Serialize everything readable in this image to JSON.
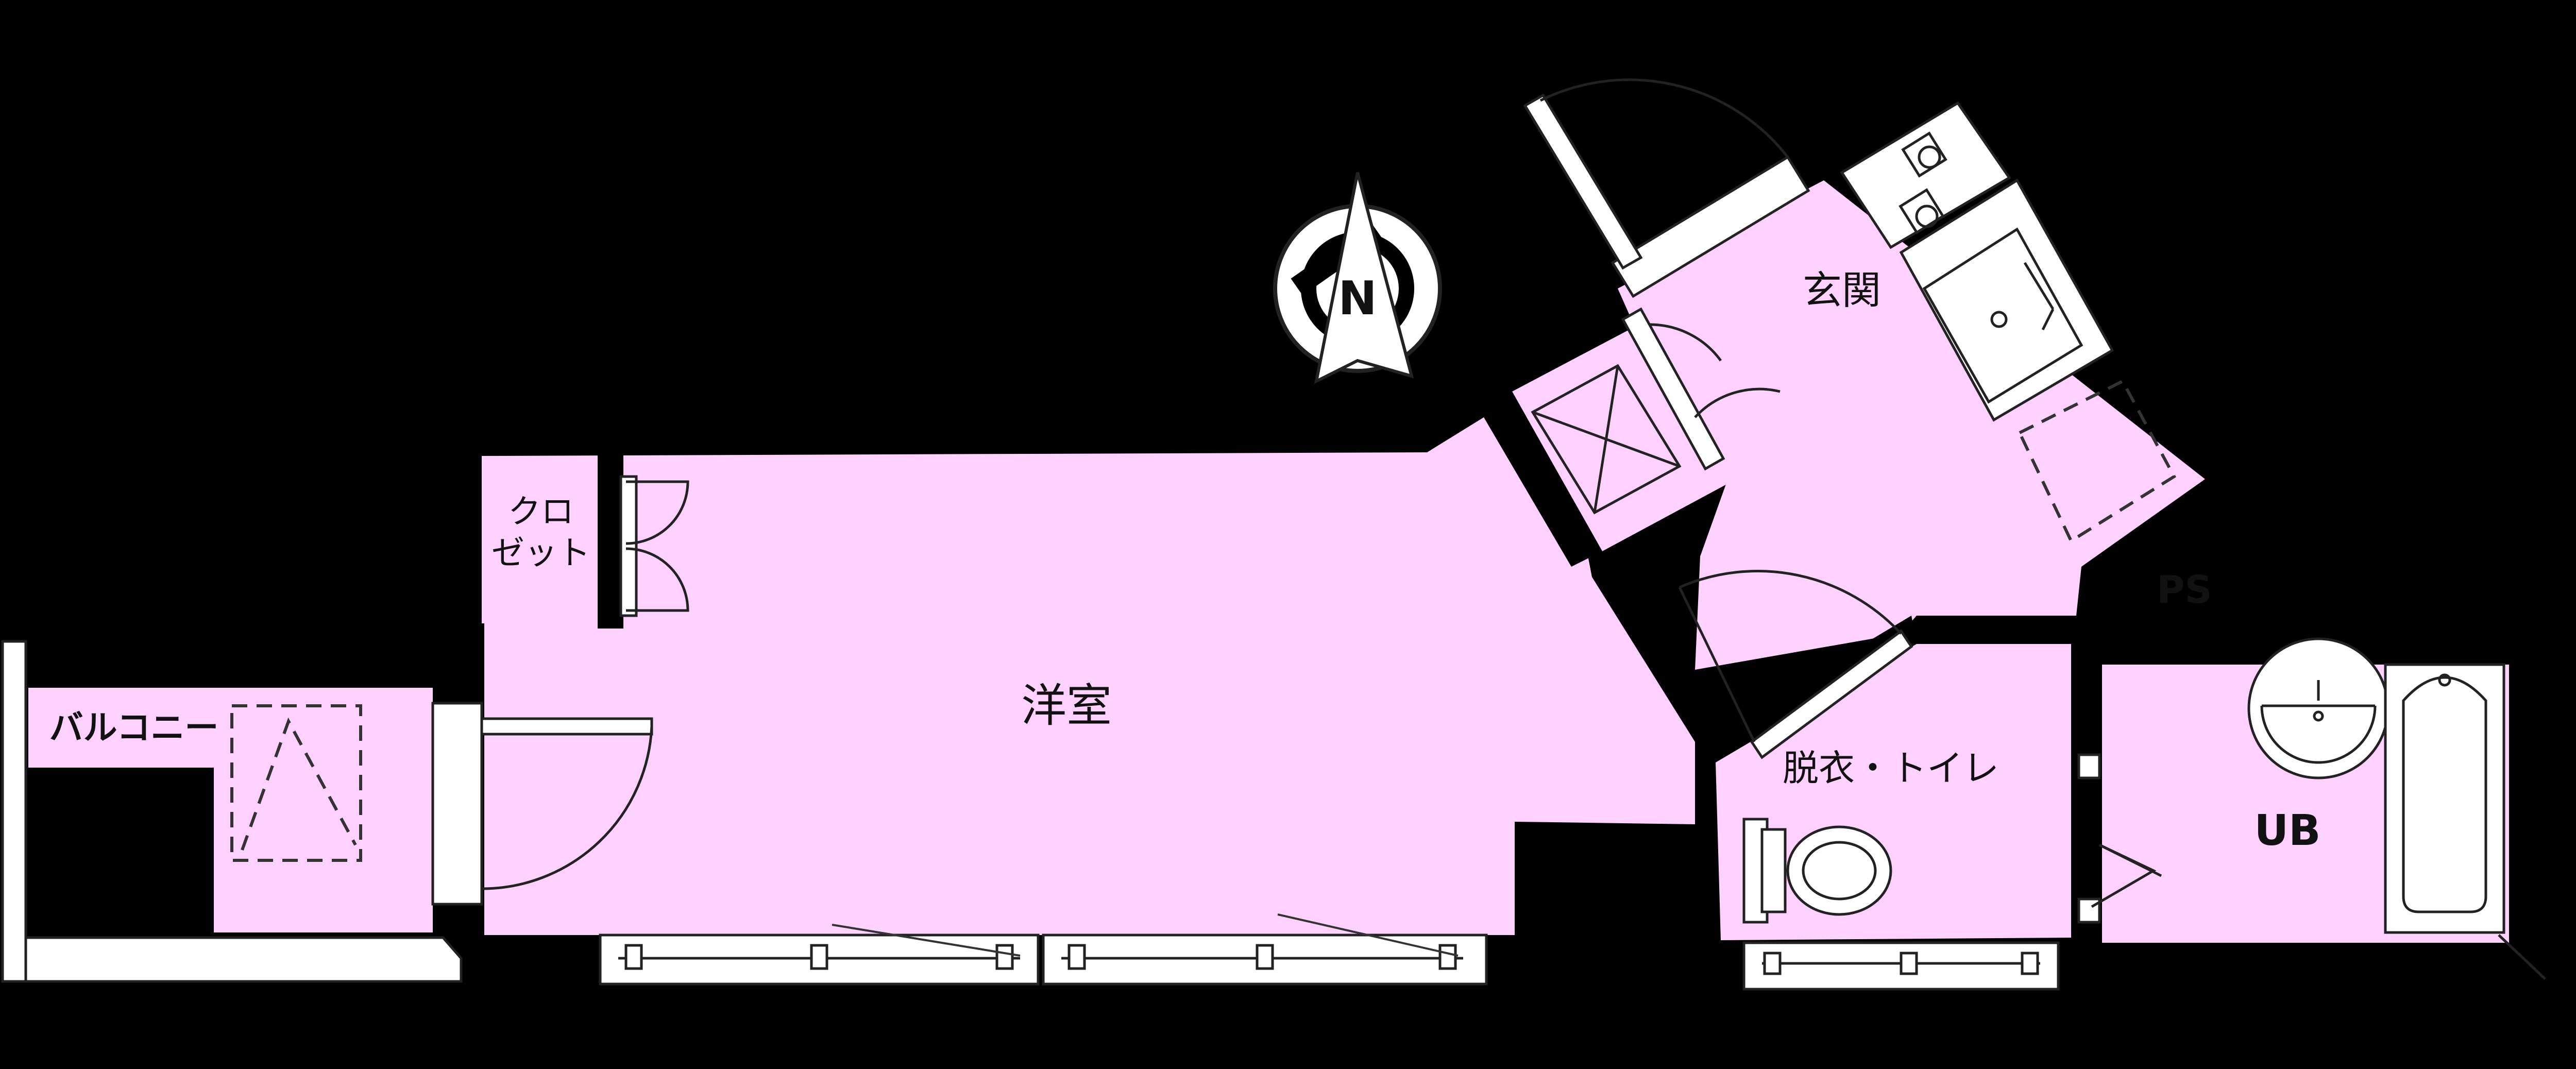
{
  "rooms": {
    "western_room": "洋室",
    "entrance": "玄関",
    "washroom_toilet": "脱衣・トイレ",
    "unit_bath": "UB",
    "closet_line1": "クロ",
    "closet_line2": "ゼット",
    "balcony": "バルコニー",
    "pipe_space": "PS"
  },
  "compass": {
    "north_label": "N"
  },
  "colors": {
    "room_fill": "#ffd1ff",
    "background": "#000000",
    "fixture": "#ffffff"
  },
  "icons": [
    "compass-icon",
    "stove-icon",
    "sink-icon",
    "toilet-icon",
    "bathtub-icon",
    "washbasin-icon",
    "washer-space-icon",
    "storage-icon"
  ]
}
